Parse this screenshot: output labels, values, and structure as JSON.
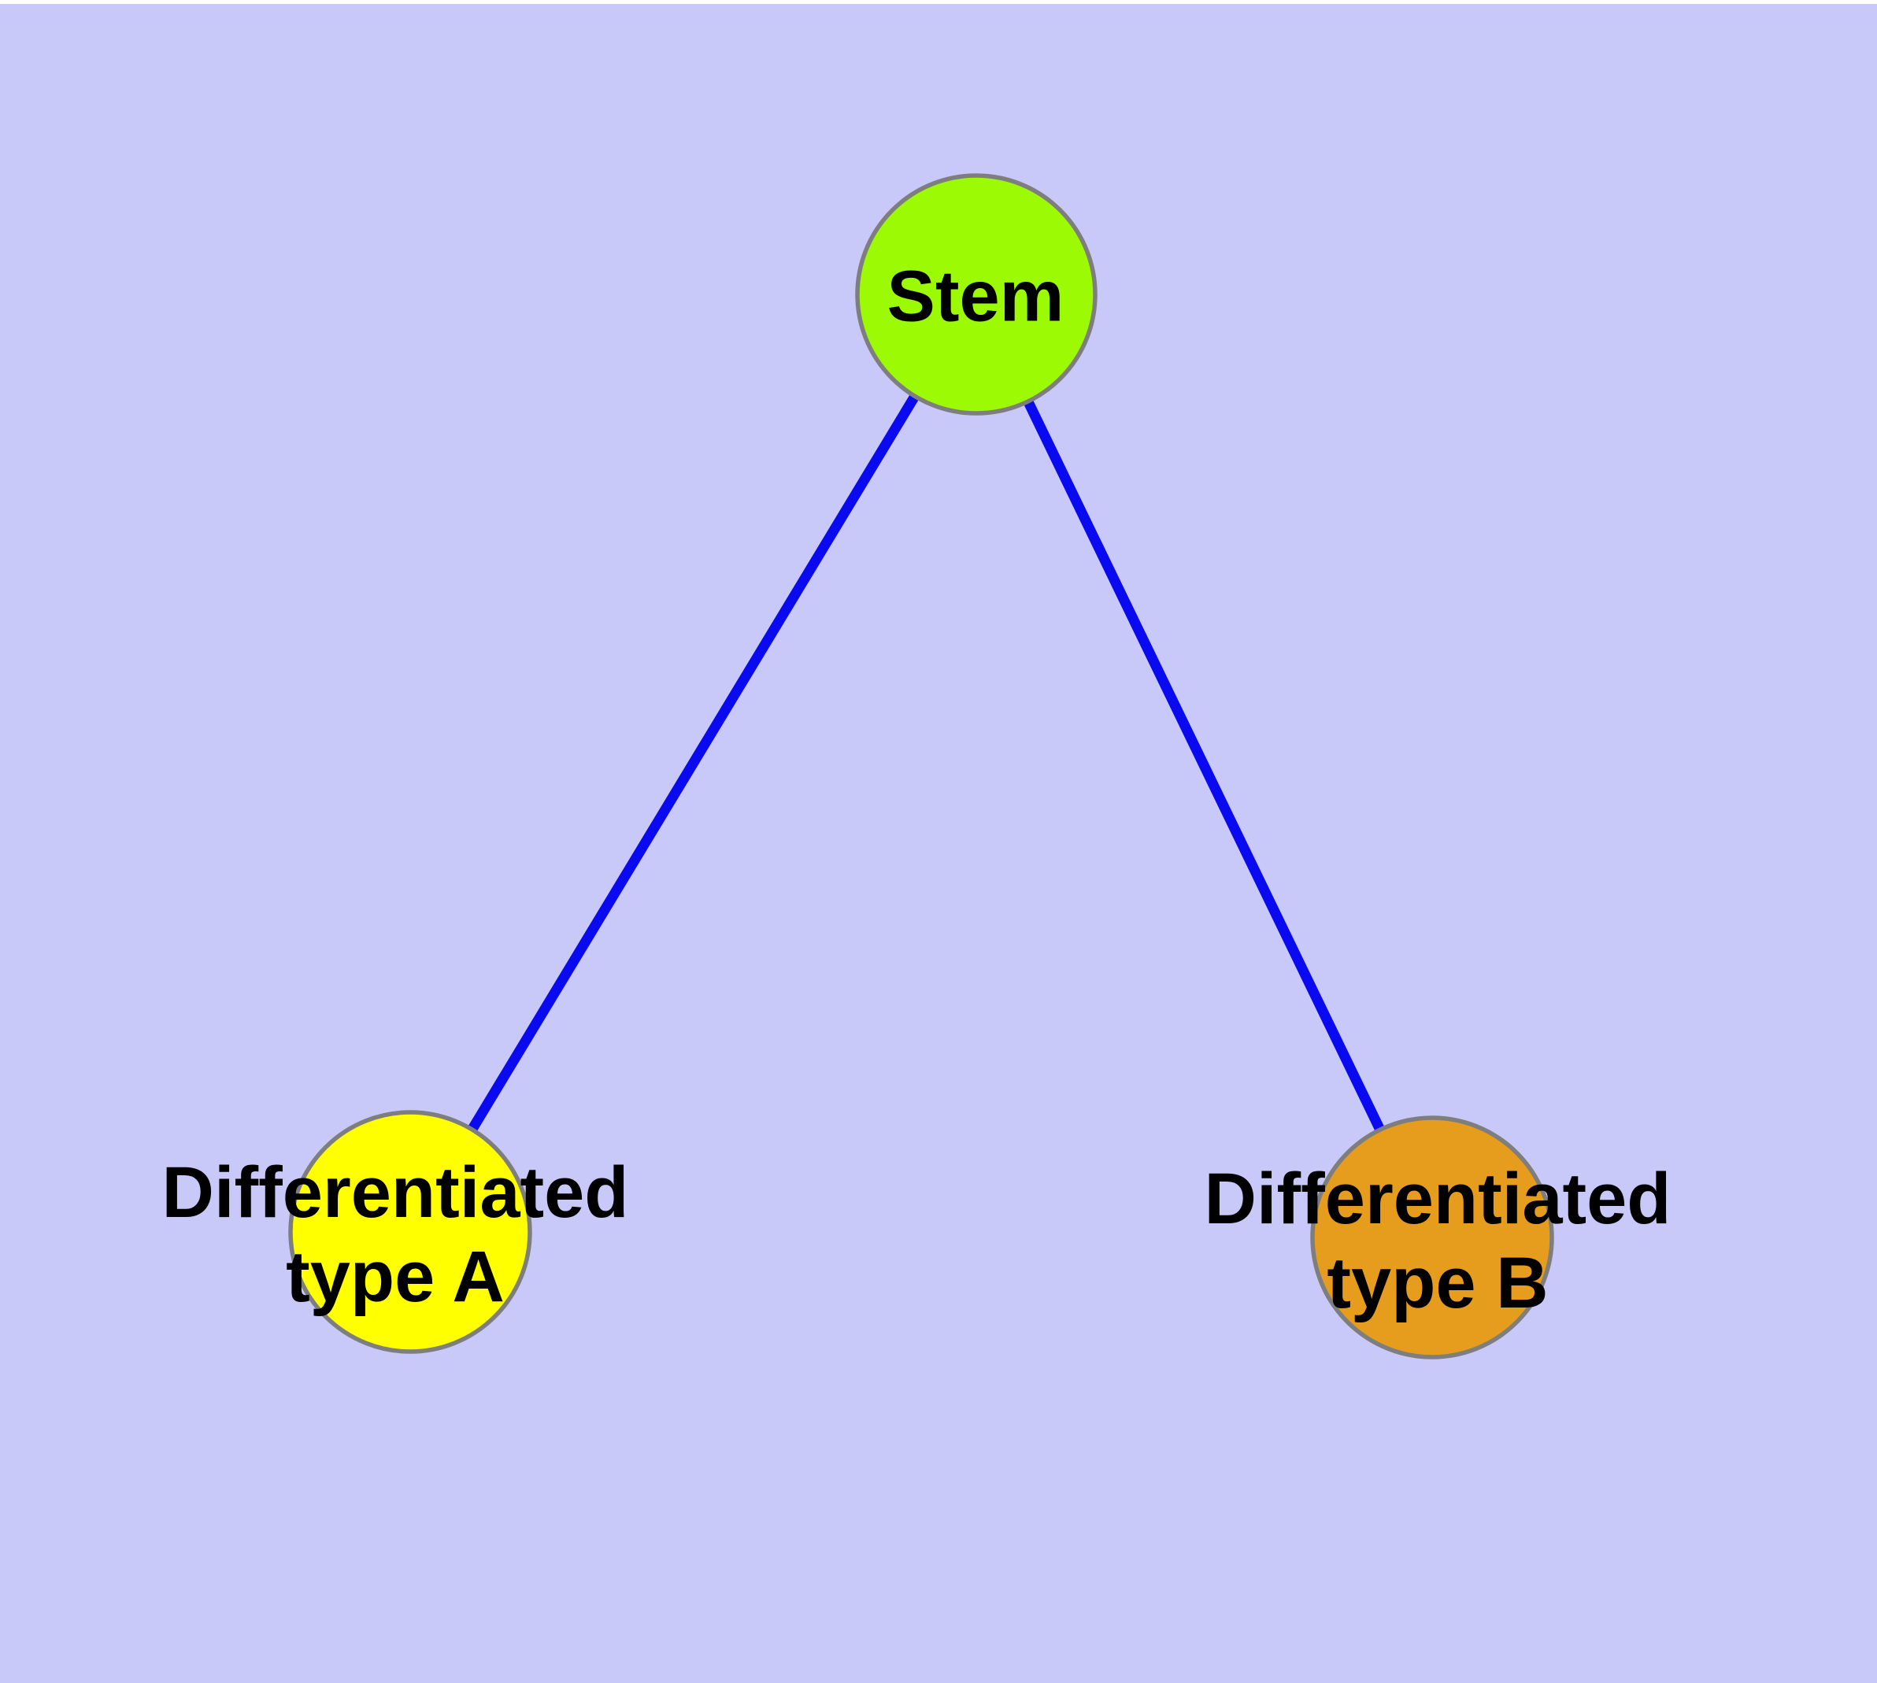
{
  "diagram": {
    "type": "graph",
    "background_color": "#C9C9F9",
    "top_strip_color": "#FFFFFF",
    "edge_color": "#0A0AF0",
    "node_border_color": "#7E7E7E",
    "label_color": "#000000",
    "nodes": [
      {
        "id": "stem",
        "label": "Stem",
        "fill": "#9CFA05"
      },
      {
        "id": "differentiated-type-a",
        "label": "Differentiated\ntype A",
        "fill": "#FFFF00"
      },
      {
        "id": "differentiated-type-b",
        "label": "Differentiated\ntype B",
        "fill": "#E69C1C"
      }
    ],
    "edges": [
      {
        "from": "stem",
        "to": "differentiated-type-a"
      },
      {
        "from": "stem",
        "to": "differentiated-type-b"
      }
    ]
  }
}
